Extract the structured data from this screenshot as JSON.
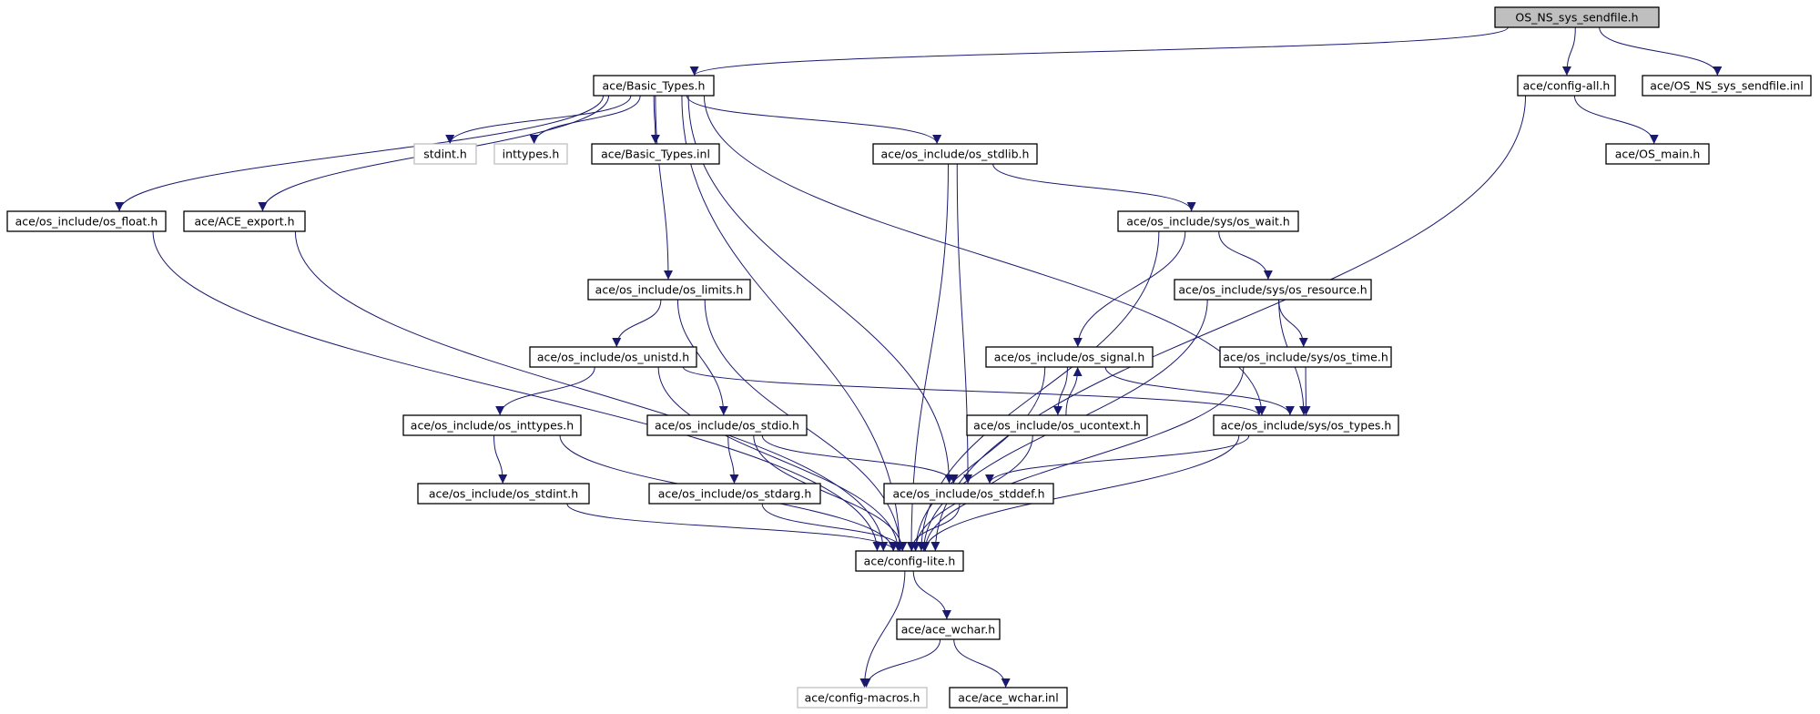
{
  "graph": {
    "nodes": [
      {
        "id": "root",
        "label": "OS_NS_sys_sendfile.h",
        "style": "root"
      },
      {
        "id": "basic_types",
        "label": "ace/Basic_Types.h"
      },
      {
        "id": "config_all",
        "label": "ace/config-all.h"
      },
      {
        "id": "sendfile_inl",
        "label": "ace/OS_NS_sys_sendfile.inl"
      },
      {
        "id": "os_main",
        "label": "ace/OS_main.h"
      },
      {
        "id": "stdint",
        "label": "stdint.h",
        "style": "missing"
      },
      {
        "id": "inttypes",
        "label": "inttypes.h",
        "style": "missing"
      },
      {
        "id": "basic_types_inl",
        "label": "ace/Basic_Types.inl"
      },
      {
        "id": "os_stdlib",
        "label": "ace/os_include/os_stdlib.h"
      },
      {
        "id": "os_float",
        "label": "ace/os_include/os_float.h"
      },
      {
        "id": "ace_export",
        "label": "ace/ACE_export.h"
      },
      {
        "id": "os_wait",
        "label": "ace/os_include/sys/os_wait.h"
      },
      {
        "id": "os_limits",
        "label": "ace/os_include/os_limits.h"
      },
      {
        "id": "os_resource",
        "label": "ace/os_include/sys/os_resource.h"
      },
      {
        "id": "os_unistd",
        "label": "ace/os_include/os_unistd.h"
      },
      {
        "id": "os_signal",
        "label": "ace/os_include/os_signal.h"
      },
      {
        "id": "os_time",
        "label": "ace/os_include/sys/os_time.h"
      },
      {
        "id": "os_inttypes",
        "label": "ace/os_include/os_inttypes.h"
      },
      {
        "id": "os_stdio",
        "label": "ace/os_include/os_stdio.h"
      },
      {
        "id": "os_ucontext",
        "label": "ace/os_include/os_ucontext.h"
      },
      {
        "id": "os_types",
        "label": "ace/os_include/sys/os_types.h"
      },
      {
        "id": "os_stdint",
        "label": "ace/os_include/os_stdint.h"
      },
      {
        "id": "os_stdarg",
        "label": "ace/os_include/os_stdarg.h"
      },
      {
        "id": "os_stddef",
        "label": "ace/os_include/os_stddef.h"
      },
      {
        "id": "config_lite",
        "label": "ace/config-lite.h"
      },
      {
        "id": "ace_wchar",
        "label": "ace/ace_wchar.h"
      },
      {
        "id": "config_macros",
        "label": "ace/config-macros.h",
        "style": "missing"
      },
      {
        "id": "ace_wchar_inl",
        "label": "ace/ace_wchar.inl"
      }
    ],
    "edges": [
      [
        "root",
        "basic_types"
      ],
      [
        "root",
        "config_all"
      ],
      [
        "root",
        "sendfile_inl"
      ],
      [
        "config_all",
        "os_main"
      ],
      [
        "config_all",
        "config_lite"
      ],
      [
        "basic_types",
        "os_float"
      ],
      [
        "basic_types",
        "ace_export"
      ],
      [
        "basic_types",
        "config_lite"
      ],
      [
        "basic_types",
        "stdint"
      ],
      [
        "basic_types",
        "inttypes"
      ],
      [
        "basic_types",
        "basic_types_inl"
      ],
      [
        "basic_types",
        "os_limits"
      ],
      [
        "basic_types",
        "os_stddef"
      ],
      [
        "basic_types",
        "os_stdlib"
      ],
      [
        "basic_types",
        "os_types"
      ],
      [
        "os_stdlib",
        "os_wait"
      ],
      [
        "os_stdlib",
        "os_stddef"
      ],
      [
        "os_stdlib",
        "config_lite"
      ],
      [
        "os_float",
        "config_lite"
      ],
      [
        "ace_export",
        "config_lite"
      ],
      [
        "os_wait",
        "os_signal"
      ],
      [
        "os_wait",
        "os_resource"
      ],
      [
        "os_wait",
        "config_lite"
      ],
      [
        "os_limits",
        "os_unistd"
      ],
      [
        "os_limits",
        "os_stdio"
      ],
      [
        "os_limits",
        "config_lite"
      ],
      [
        "os_resource",
        "os_time"
      ],
      [
        "os_resource",
        "os_types"
      ],
      [
        "os_resource",
        "config_lite"
      ],
      [
        "os_unistd",
        "os_inttypes"
      ],
      [
        "os_unistd",
        "os_types"
      ],
      [
        "os_unistd",
        "config_lite"
      ],
      [
        "os_signal",
        "os_ucontext"
      ],
      [
        "os_ucontext",
        "os_signal"
      ],
      [
        "os_signal",
        "os_types"
      ],
      [
        "os_signal",
        "config_lite"
      ],
      [
        "os_time",
        "os_types"
      ],
      [
        "os_time",
        "config_lite"
      ],
      [
        "os_inttypes",
        "os_stdint"
      ],
      [
        "os_inttypes",
        "config_lite"
      ],
      [
        "os_stdio",
        "os_stdarg"
      ],
      [
        "os_stdio",
        "os_stddef"
      ],
      [
        "os_stdio",
        "config_lite"
      ],
      [
        "os_ucontext",
        "config_lite"
      ],
      [
        "os_types",
        "os_stddef"
      ],
      [
        "os_types",
        "config_lite"
      ],
      [
        "os_stdint",
        "config_lite"
      ],
      [
        "os_stdarg",
        "config_lite"
      ],
      [
        "os_stddef",
        "config_lite"
      ],
      [
        "config_lite",
        "ace_wchar"
      ],
      [
        "config_lite",
        "config_macros"
      ],
      [
        "ace_wchar",
        "config_macros"
      ],
      [
        "ace_wchar",
        "ace_wchar_inl"
      ]
    ]
  },
  "colors": {
    "edge": "#191970",
    "node_border": "#000000",
    "root_fill": "#bfbfbf",
    "missing_border": "#bfbfbf"
  }
}
